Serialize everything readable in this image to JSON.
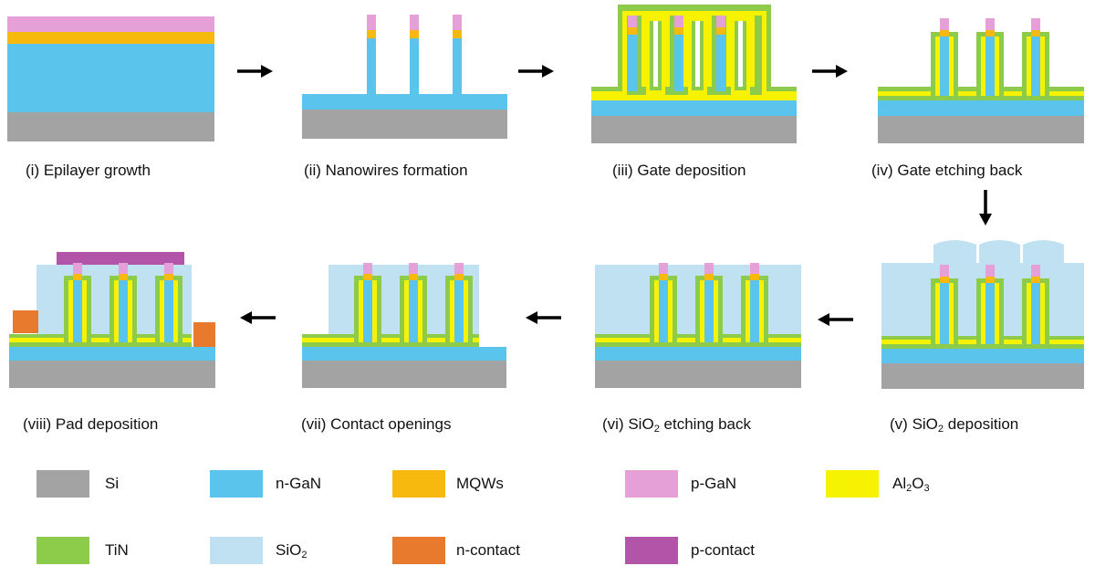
{
  "colors": {
    "si": "#a3a3a3",
    "ngan": "#5bc4ec",
    "mqw": "#f8b90f",
    "pgan": "#e5a0d8",
    "al2o3": "#f6f200",
    "tin": "#8ccc4a",
    "sio2": "#bfe1f2",
    "ncontact": "#e87a2e",
    "pcontact": "#b254a8"
  },
  "steps": [
    {
      "num": "(i)",
      "text": "Epilayer growth"
    },
    {
      "num": "(ii)",
      "text": "Nanowires formation"
    },
    {
      "num": "(iii)",
      "text": "Gate deposition"
    },
    {
      "num": "(iv)",
      "text": "Gate etching back"
    },
    {
      "num": "(v)",
      "text": "SiO",
      "sub": "2",
      "tail": " deposition"
    },
    {
      "num": "(vi)",
      "text": "SiO",
      "sub": "2",
      "tail": " etching back"
    },
    {
      "num": "(vii)",
      "text": "Contact openings"
    },
    {
      "num": "(viii)",
      "text": "Pad deposition"
    }
  ],
  "legend": [
    {
      "label": "Si",
      "color_key": "si"
    },
    {
      "label": "n-GaN",
      "color_key": "ngan"
    },
    {
      "label": "MQWs",
      "color_key": "mqw"
    },
    {
      "label": "p-GaN",
      "color_key": "pgan"
    },
    {
      "label": "Al",
      "sub1": "2",
      "mid": "O",
      "sub2": "3",
      "color_key": "al2o3"
    },
    {
      "label": "TiN",
      "color_key": "tin"
    },
    {
      "label": "SiO",
      "sub1": "2",
      "color_key": "sio2"
    },
    {
      "label": "n-contact",
      "color_key": "ncontact"
    },
    {
      "label": "p-contact",
      "color_key": "pcontact"
    }
  ]
}
